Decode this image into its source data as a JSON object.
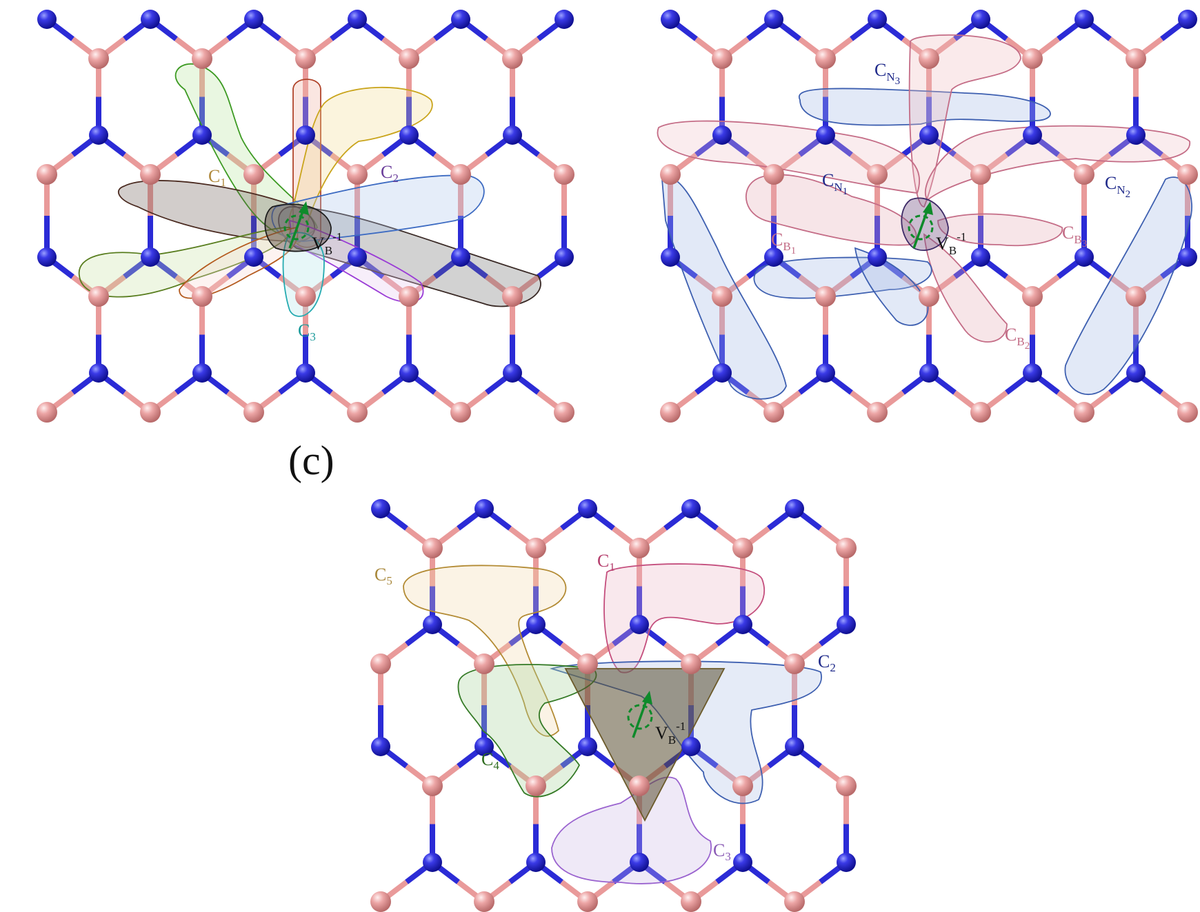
{
  "panels": [
    {
      "id": "a",
      "label": "",
      "vacancy": {
        "base": "V",
        "sub": "B",
        "sup": "-1"
      },
      "clusters": [
        {
          "name": "C",
          "sub": "1",
          "color": "#b08a3e",
          "fill": "#cfb26a"
        },
        {
          "name": "C",
          "sub": "2",
          "color": "#6a3d9a",
          "fill": "#b79bd6"
        },
        {
          "name": "C",
          "sub": "3",
          "color": "#1a9a9a",
          "fill": "#7fd0d0"
        }
      ]
    },
    {
      "id": "b",
      "label": "",
      "vacancy": {
        "base": "V",
        "sub": "B",
        "sup": "-1"
      },
      "clusters": [
        {
          "name": "C",
          "sub": "N3",
          "color": "#1f2a8a",
          "fill": "#6e8fd0"
        },
        {
          "name": "C",
          "sub": "N1",
          "color": "#1f2a8a",
          "fill": "#6e8fd0"
        },
        {
          "name": "C",
          "sub": "N2",
          "color": "#1f2a8a",
          "fill": "#6e8fd0"
        },
        {
          "name": "C",
          "sub": "B1",
          "color": "#c26b85",
          "fill": "#e6a9b6"
        },
        {
          "name": "C",
          "sub": "B3",
          "color": "#c26b85",
          "fill": "#e6a9b6"
        },
        {
          "name": "C",
          "sub": "B2",
          "color": "#c26b85",
          "fill": "#e6a9b6"
        }
      ]
    },
    {
      "id": "c",
      "label": "(c)",
      "vacancy": {
        "base": "V",
        "sub": "B",
        "sup": "-1"
      },
      "clusters": [
        {
          "name": "C",
          "sub": "1",
          "color": "#b5406e",
          "fill": "#e7a9bd"
        },
        {
          "name": "C",
          "sub": "2",
          "color": "#1f2a8a",
          "fill": "#8ea7d8"
        },
        {
          "name": "C",
          "sub": "3",
          "color": "#8a5bb5",
          "fill": "#c9b1e2"
        },
        {
          "name": "C",
          "sub": "4",
          "color": "#2e6b1e",
          "fill": "#8fbf7a"
        },
        {
          "name": "C",
          "sub": "5",
          "color": "#a8873a",
          "fill": "#e8cf98"
        }
      ]
    }
  ],
  "colors": {
    "boron": "#e99a9a",
    "nitrogen": "#2b2bd6",
    "spin_arrow": "#0e8a2a"
  }
}
